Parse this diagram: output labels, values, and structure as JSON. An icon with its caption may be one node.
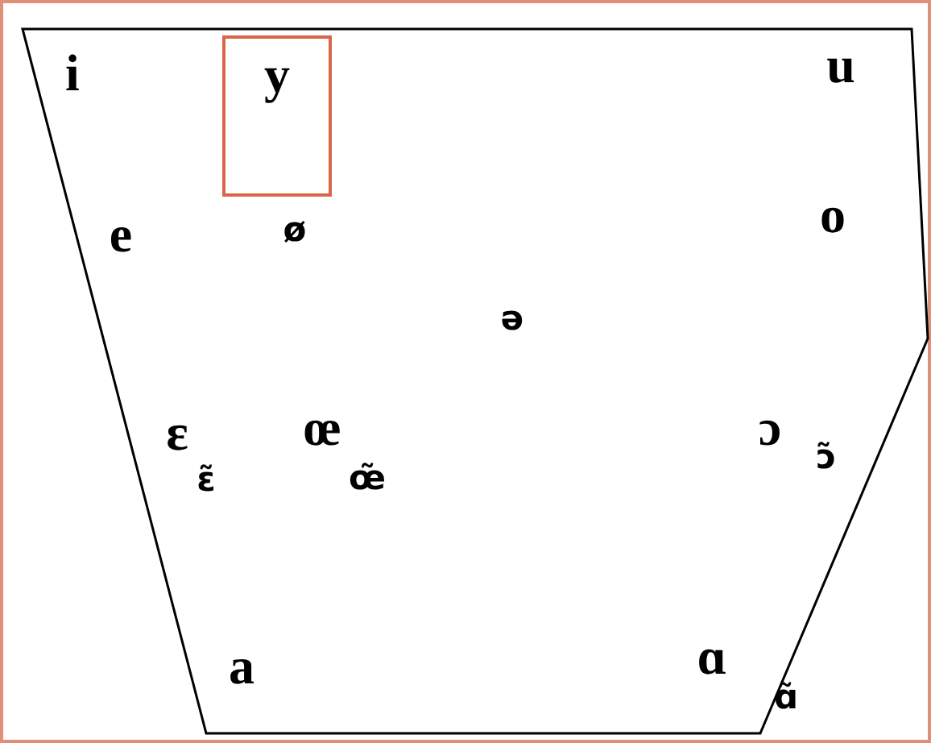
{
  "diagram": {
    "nodes": [
      {
        "text": [
          "y"
        ]
      }
    ],
    "labels": [
      "i",
      "u",
      "e",
      "ø",
      "o",
      "ə",
      "ɛ",
      "œ",
      "ɔ",
      "ɛ̃",
      "œ̃",
      "ɔ̃",
      "a",
      "ɑ",
      "ɑ̃"
    ]
  }
}
